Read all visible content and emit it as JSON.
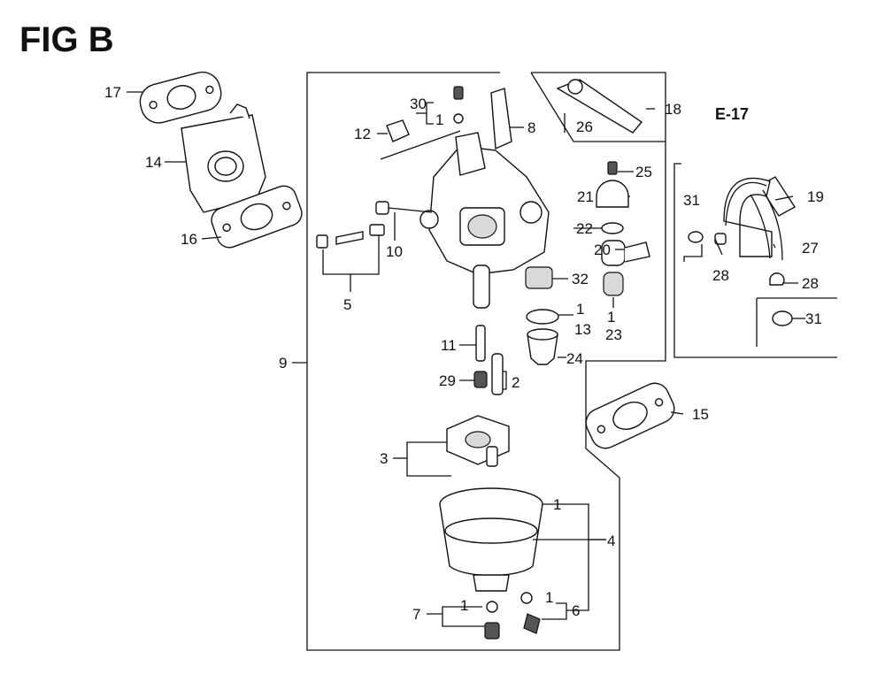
{
  "title": "FIG B",
  "section_ref": "E-17",
  "callouts": {
    "c1a": "1",
    "c1b": "1",
    "c1c": "1",
    "c1d": "1",
    "c1e": "1",
    "c1f": "1",
    "c2": "2",
    "c3": "3",
    "c4": "4",
    "c5": "5",
    "c6": "6",
    "c7": "7",
    "c8": "8",
    "c9": "9",
    "c10": "10",
    "c11": "11",
    "c12": "12",
    "c13": "13",
    "c14": "14",
    "c15": "15",
    "c16": "16",
    "c17": "17",
    "c18": "18",
    "c19": "19",
    "c20": "20",
    "c21": "21",
    "c22": "22",
    "c23": "23",
    "c24": "24",
    "c25": "25",
    "c26": "26",
    "c27": "27",
    "c28a": "28",
    "c28b": "28",
    "c29": "29",
    "c30": "30",
    "c31a": "31",
    "c31b": "31",
    "c32": "32"
  }
}
